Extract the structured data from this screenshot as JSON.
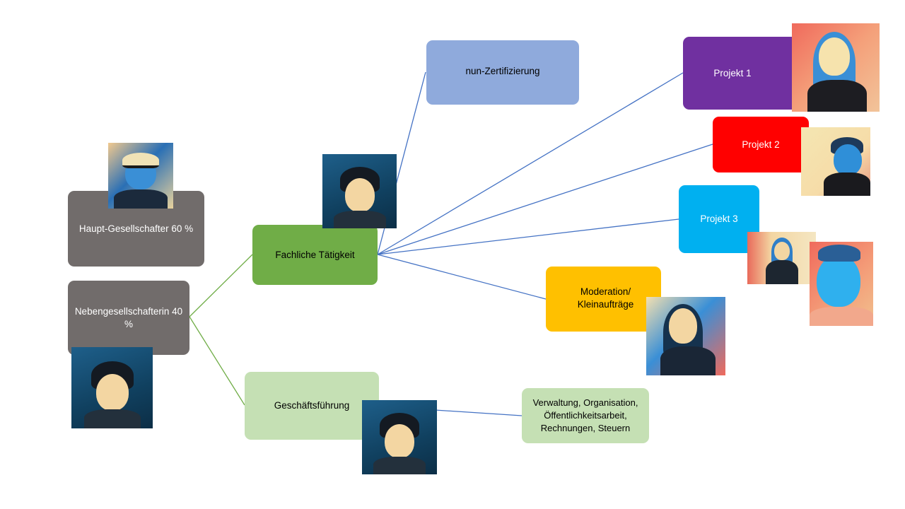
{
  "diagram": {
    "nodes": {
      "haupt": {
        "label": "Haupt-Gesellschafter 60 %",
        "color": "#716c6b",
        "text_color": "#ffffff"
      },
      "neben": {
        "label": "Nebengesellschafterin 40 %",
        "color": "#716c6b",
        "text_color": "#ffffff"
      },
      "fachlich": {
        "label": "Fachliche Tätigkeit",
        "color": "#70ad47",
        "text_color": "#000000"
      },
      "geschaeft": {
        "label": "Geschäftsführung",
        "color": "#c5e0b4",
        "text_color": "#000000"
      },
      "zert": {
        "label": "nun-Zertifizierung",
        "color": "#8faadc",
        "text_color": "#000000"
      },
      "projekt1": {
        "label": "Projekt 1",
        "color": "#7030a0",
        "text_color": "#ffffff"
      },
      "projekt2": {
        "label": "Projekt 2",
        "color": "#ff0000",
        "text_color": "#ffffff"
      },
      "projekt3": {
        "label": "Projekt 3",
        "color": "#00b0f0",
        "text_color": "#ffffff"
      },
      "moderation": {
        "label": "Moderation/ Kleinaufträge",
        "color": "#ffc000",
        "text_color": "#000000"
      },
      "verwaltung": {
        "label": "Verwaltung, Organisation, Öffentlichkeitsarbeit, Rechnungen, Steuern",
        "color": "#c5e0b4",
        "text_color": "#000000"
      }
    },
    "edges": [
      {
        "from": "neben",
        "to": "fachlich",
        "color": "#70ad47"
      },
      {
        "from": "neben",
        "to": "geschaeft",
        "color": "#70ad47"
      },
      {
        "from": "fachlich",
        "to": "zert",
        "color": "#4472c4"
      },
      {
        "from": "fachlich",
        "to": "projekt1",
        "color": "#4472c4"
      },
      {
        "from": "fachlich",
        "to": "projekt2",
        "color": "#4472c4"
      },
      {
        "from": "fachlich",
        "to": "projekt3",
        "color": "#4472c4"
      },
      {
        "from": "fachlich",
        "to": "moderation",
        "color": "#4472c4"
      },
      {
        "from": "geschaeft",
        "to": "verwaltung",
        "color": "#4472c4"
      }
    ],
    "photos": [
      {
        "id": "haupt-photo",
        "subject": "man-with-helmet"
      },
      {
        "id": "neben-photo",
        "subject": "woman-with-bangs"
      },
      {
        "id": "fachlich-photo",
        "subject": "woman-with-bangs"
      },
      {
        "id": "geschaeft-photo",
        "subject": "woman-with-bangs"
      },
      {
        "id": "projekt1-photo",
        "subject": "woman-long-hair"
      },
      {
        "id": "projekt2-photo",
        "subject": "woman-glasses-short-hair"
      },
      {
        "id": "projekt3-photo-a",
        "subject": "woman-at-whiteboard"
      },
      {
        "id": "projekt3-photo-b",
        "subject": "woman-smiling-headset"
      },
      {
        "id": "moderation-photo",
        "subject": "woman-glasses-long-hair"
      }
    ]
  }
}
